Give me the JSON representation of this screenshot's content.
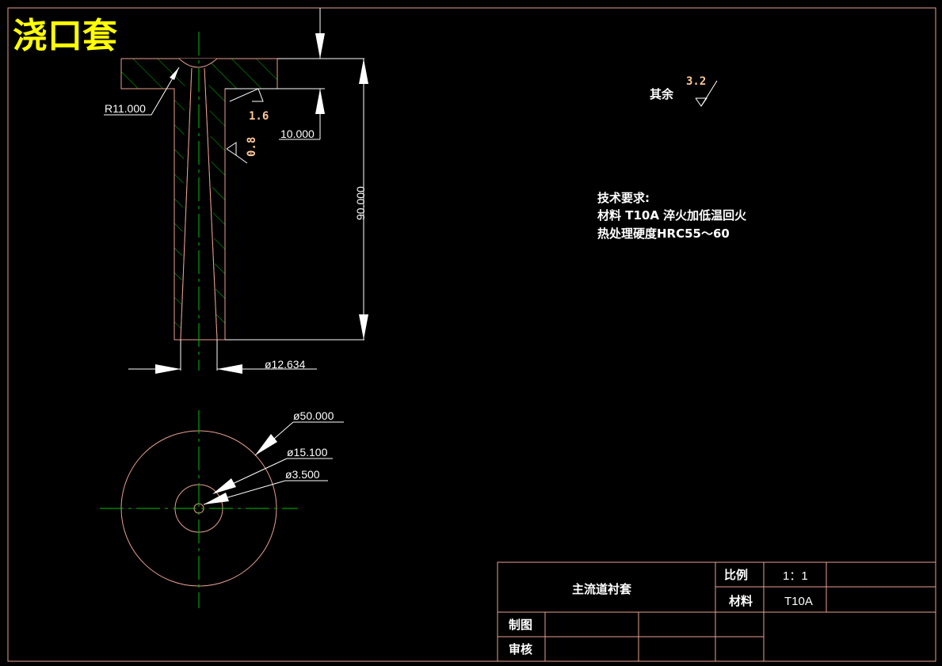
{
  "title": "浇口套",
  "colors": {
    "outline": "#e8a090",
    "hatch": "#00c000",
    "centerline": "#00c000",
    "dimension": "#ffffff",
    "title": "#ffff00",
    "border": "#e8a090"
  },
  "dimensions": {
    "radius": "R11.000",
    "depth": "10.000",
    "length": "90.000",
    "diameter_taper": "ø12.634",
    "diameter_outer": "ø50.000",
    "diameter_mid": "ø15.100",
    "diameter_inner": "ø3.500"
  },
  "roughness": {
    "face": "1.6",
    "bore": "0.8",
    "other_label": "其余",
    "other_value": "3.2"
  },
  "tech_requirements": {
    "heading": "技术要求:",
    "line1": "材料 T10A  淬火加低温回火",
    "line2": "热处理硬度HRC55～60"
  },
  "title_block": {
    "part_name": "主流道衬套",
    "scale_label": "比例",
    "scale_value": "1：1",
    "material_label": "材料",
    "material_value": "T10A",
    "drawn_label": "制图",
    "checked_label": "审核"
  }
}
